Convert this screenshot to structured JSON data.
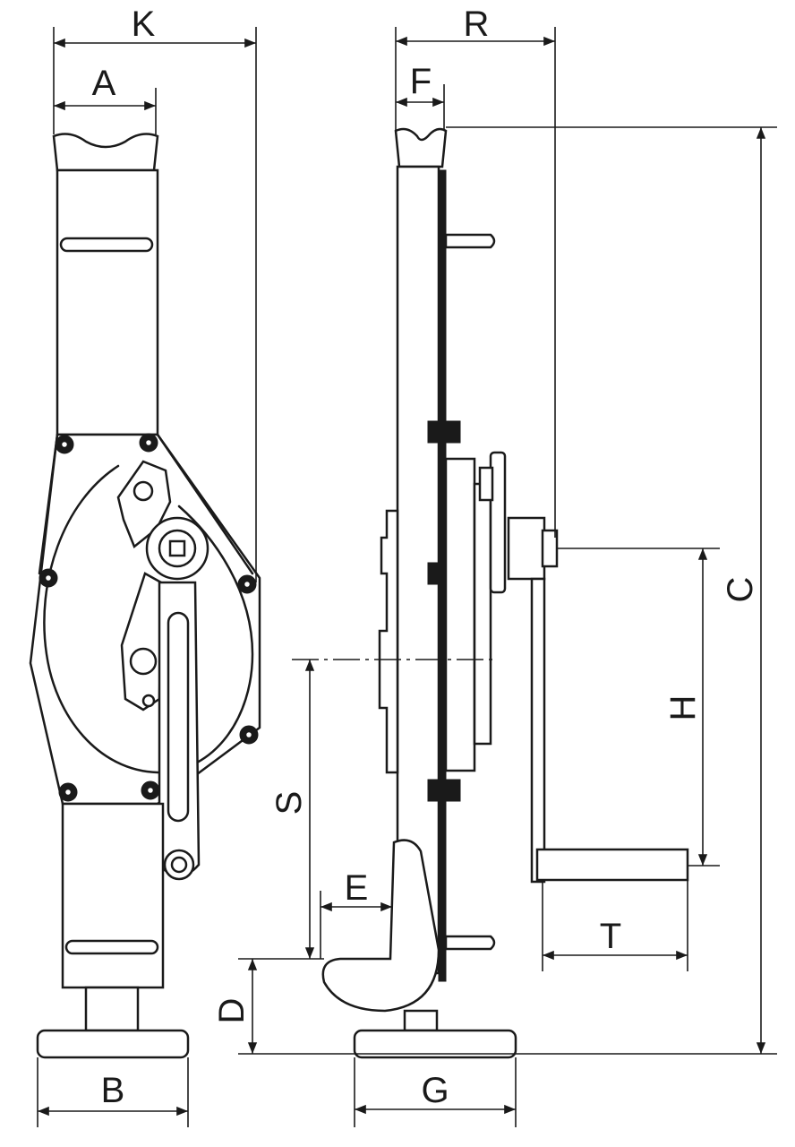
{
  "labels": {
    "K": "K",
    "A": "A",
    "R": "R",
    "F": "F",
    "C": "C",
    "H": "H",
    "S": "S",
    "E": "E",
    "D": "D",
    "T": "T",
    "B": "B",
    "G": "G"
  },
  "colors": {
    "line": "#1a1a1a",
    "background": "#ffffff"
  }
}
